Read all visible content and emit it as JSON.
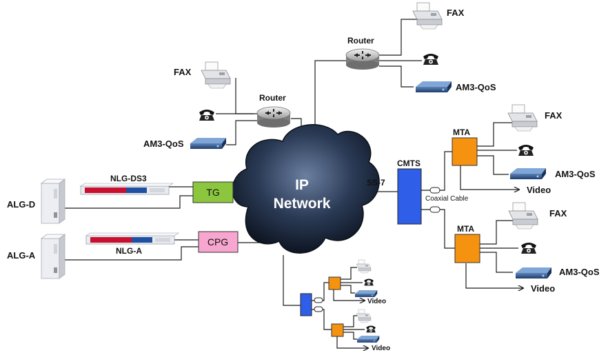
{
  "labels": {
    "fax": "FAX",
    "router": "Router",
    "am3qos": "AM3-QoS",
    "ip_line1": "IP",
    "ip_line2": "Network",
    "nlg_ds3": "NLG-DS3",
    "nlg_a": "NLG-A",
    "alg_d": "ALG-D",
    "alg_a": "ALG-A",
    "tg": "TG",
    "cpg": "CPG",
    "ss7": "SS-7",
    "cmts": "CMTS",
    "mta": "MTA",
    "coaxial": "Coaxial Cable",
    "video": "Video"
  },
  "colors": {
    "cloud": "#1e2a3c",
    "tg": "#8cc63f",
    "cpg": "#f6a6cf",
    "cmts": "#2f5fe8",
    "mta": "#f5920f",
    "rack_front": "#e9ecf2",
    "rack_stripe": "#c8102e"
  },
  "icons": [
    "fax-icon",
    "telephone-icon",
    "router-icon",
    "am3-qos-device-icon",
    "rack-server-icon",
    "nlg-chassis-icon",
    "cloud-icon"
  ]
}
